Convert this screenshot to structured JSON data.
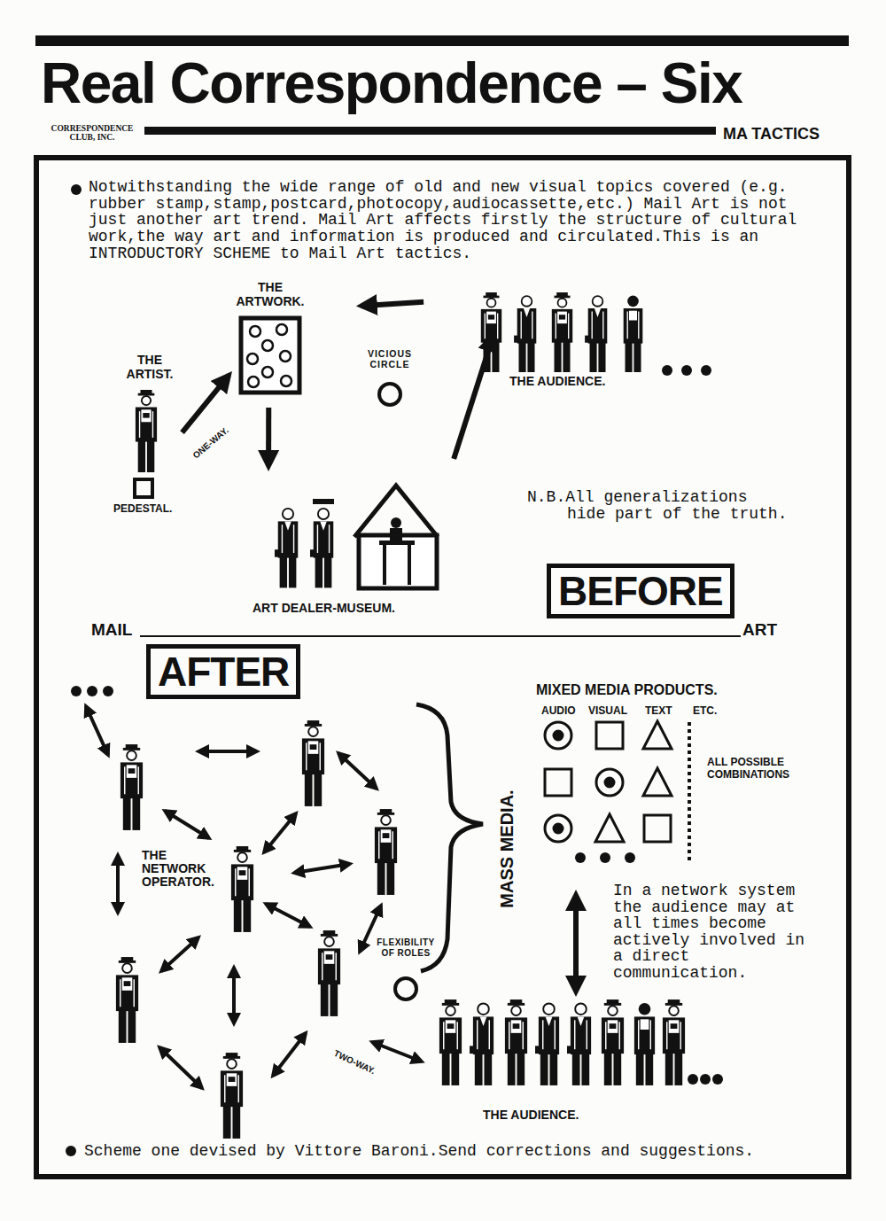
{
  "diagram": {
    "title": "Real Correspondence – Six",
    "caption": "Scheme one devised by Vittore Baroni.Send corrections and suggestions.",
    "nodes": [
      {
        "text": [
          "THE ARTWORK."
        ]
      },
      {
        "text": [
          "VICIOUS CIRCLE"
        ]
      },
      {
        "text": [
          "THE AUDIENCE."
        ]
      },
      {
        "text": [
          "THE ARTIST."
        ]
      },
      {
        "text": [
          "ART DEALER-MUSEUM."
        ]
      },
      {
        "text": [
          "BEFORE"
        ]
      },
      {
        "text": [
          "AFTER"
        ]
      },
      {
        "text": [
          "MIXED MEDIA PRODUCTS."
        ]
      },
      {
        "text": [
          "THE NETWORK OPERATOR."
        ]
      },
      {
        "text": [
          "FLEXIBILITY OF ROLES"
        ]
      },
      {
        "text": [
          "THE AUDIENCE."
        ]
      }
    ],
    "edges": [
      {
        "from": 3,
        "to": 0,
        "arrow": "to",
        "label": "ONE-WAY."
      },
      {
        "from": 0,
        "to": 4,
        "arrow": "to"
      },
      {
        "from": 4,
        "to": 2,
        "arrow": "to"
      },
      {
        "from": 2,
        "to": 0,
        "arrow": "to"
      },
      {
        "from": 7,
        "to": 10,
        "arrow": "both"
      }
    ],
    "labels": [
      "CORRESPONDENCE CLUB, INC.",
      "MA TACTICS",
      "Notwithstanding the wide range of old and new visual topics covered (e.g. rubber stamp,stamp,postcard,photocopy,audiocassette,etc.) Mail Art is not just another art trend. Mail Art affects firstly the structure of cultural work,the way art and information is produced and circulated.This is an INTRODUCTORY SCHEME to Mail Art tactics.",
      "N.B.All generalizations hide part of the truth.",
      "PEDESTAL.",
      "MAIL",
      "ART",
      "MASS MEDIA.",
      "AUDIO",
      "VISUAL",
      "TEXT",
      "ETC.",
      "ALL POSSIBLE COMBINATIONS",
      "In a network system the audience may at all times become actively involved in a direct communication.",
      "TWO-WAY."
    ]
  }
}
